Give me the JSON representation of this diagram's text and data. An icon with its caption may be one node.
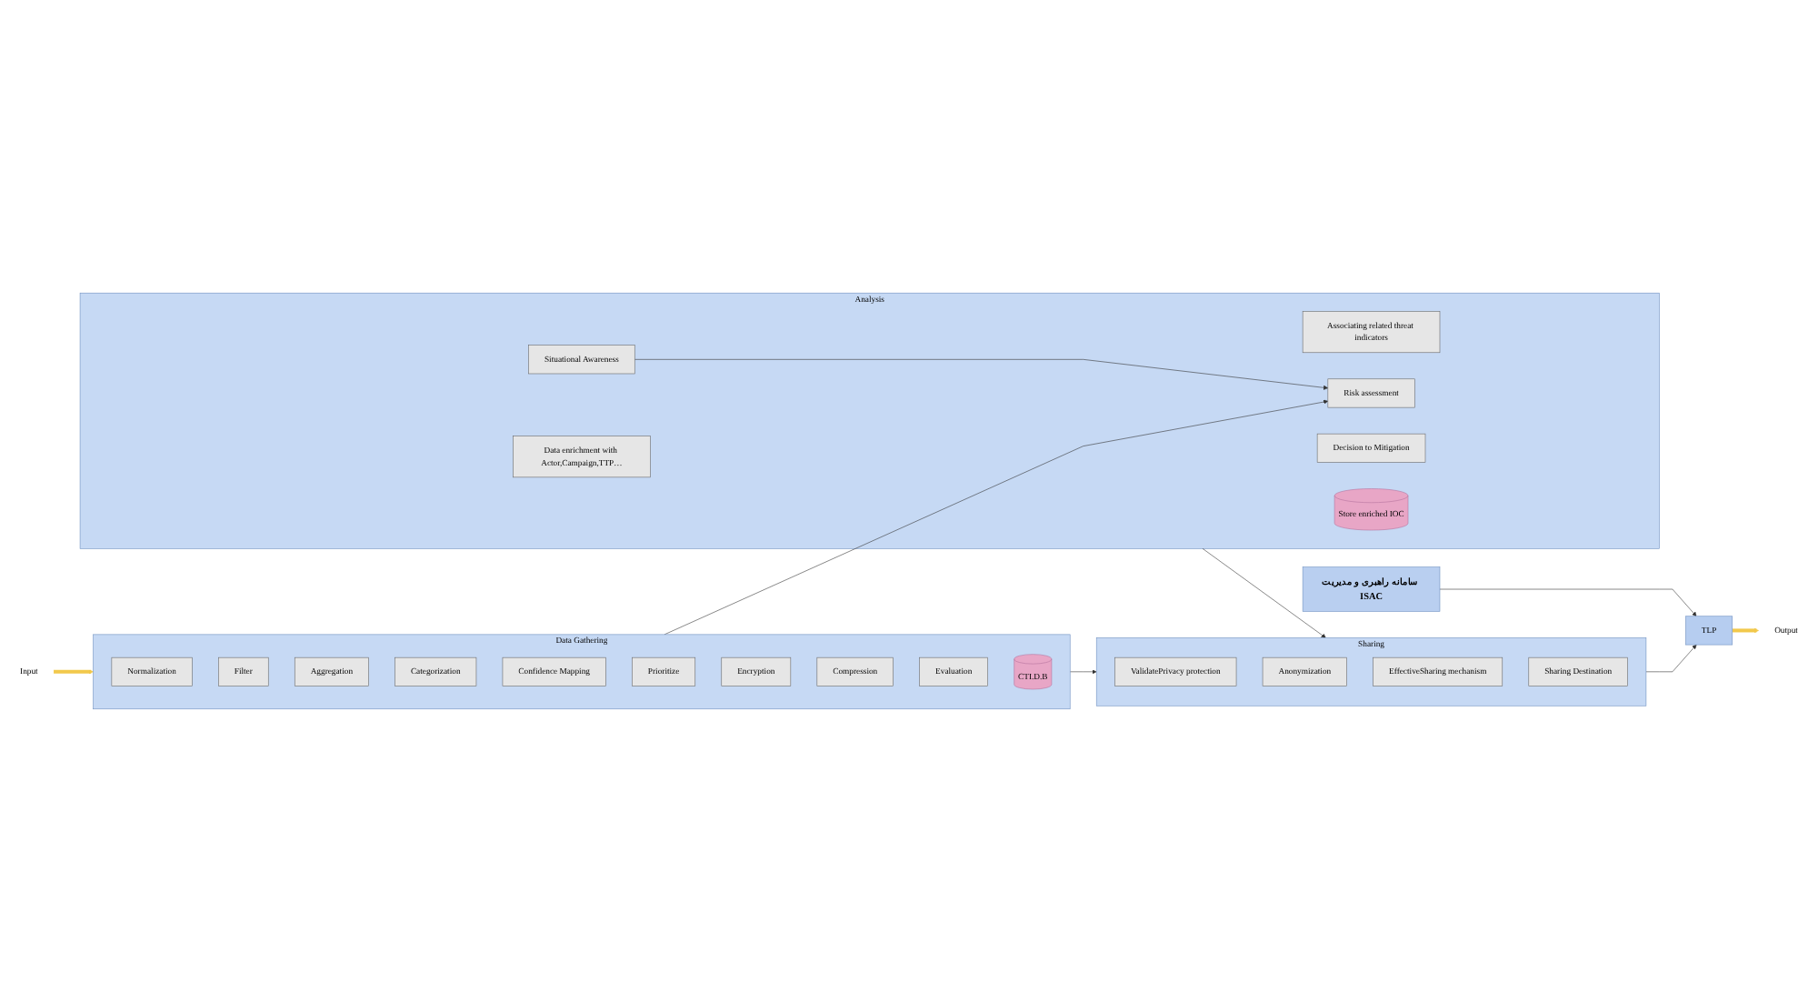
{
  "diagram": {
    "nodes": [
      {
        "text": [
          "سامانه راهبری و مدیریت ISAC"
        ]
      },
      {
        "text": [
          "Input"
        ]
      },
      {
        "text": [
          "Data Gathering"
        ]
      },
      {
        "text": [
          "Normalization"
        ],
        "in": 2
      },
      {
        "text": [
          "Filter"
        ],
        "in": 2
      },
      {
        "text": [
          "Aggregation"
        ],
        "in": 2
      },
      {
        "text": [
          "Categorization"
        ],
        "in": 2
      },
      {
        "text": [
          "Confidence Mapping"
        ],
        "in": 2
      },
      {
        "text": [
          "Prioritize"
        ],
        "in": 2
      },
      {
        "text": [
          "Encryption"
        ],
        "in": 2
      },
      {
        "text": [
          "Compression"
        ],
        "in": 2
      },
      {
        "text": [
          "Evaluation"
        ],
        "in": 2
      },
      {
        "text": [
          "CTI.D.B"
        ],
        "in": 2
      },
      {
        "text": [
          "Analysis"
        ]
      },
      {
        "text": [
          "Data enrichment with Actor,Campaign,TTP…"
        ],
        "in": 13
      },
      {
        "text": [
          "Associating related threat indicators"
        ],
        "in": 13
      },
      {
        "text": [
          "Situational Awareness"
        ],
        "in": 13
      },
      {
        "text": [
          "Risk assessment"
        ],
        "in": 13
      },
      {
        "text": [
          "Decision to Mitigation"
        ],
        "in": 13
      },
      {
        "text": [
          "Store enriched IOC"
        ],
        "in": 13
      },
      {
        "text": [
          "Sharing"
        ]
      },
      {
        "text": [
          "ValidatePrivacy protection"
        ],
        "in": 20
      },
      {
        "text": [
          "Anonymization"
        ],
        "in": 20
      },
      {
        "text": [
          "EffectiveSharing mechanism"
        ],
        "in": 20
      },
      {
        "text": [
          "Sharing Destination"
        ],
        "in": 20
      },
      {
        "text": [
          "TLP"
        ]
      },
      {
        "text": [
          "Output"
        ]
      }
    ],
    "edges": [
      {
        "from": 0,
        "to": 25,
        "arrow": "to"
      },
      {
        "from": 1,
        "to": 2,
        "arrow": "to",
        "style": "thick",
        "color": "#f2c94c"
      },
      {
        "from": 16,
        "to": 17,
        "arrow": "to"
      },
      {
        "from": 2,
        "to": 17,
        "arrow": "to"
      },
      {
        "from": 2,
        "to": 20,
        "arrow": "to"
      },
      {
        "from": 13,
        "to": 20,
        "arrow": "to"
      },
      {
        "from": 20,
        "to": 25,
        "arrow": "to"
      },
      {
        "from": 25,
        "to": 26,
        "arrow": "to",
        "style": "thick",
        "color": "#f2c94c"
      }
    ]
  }
}
